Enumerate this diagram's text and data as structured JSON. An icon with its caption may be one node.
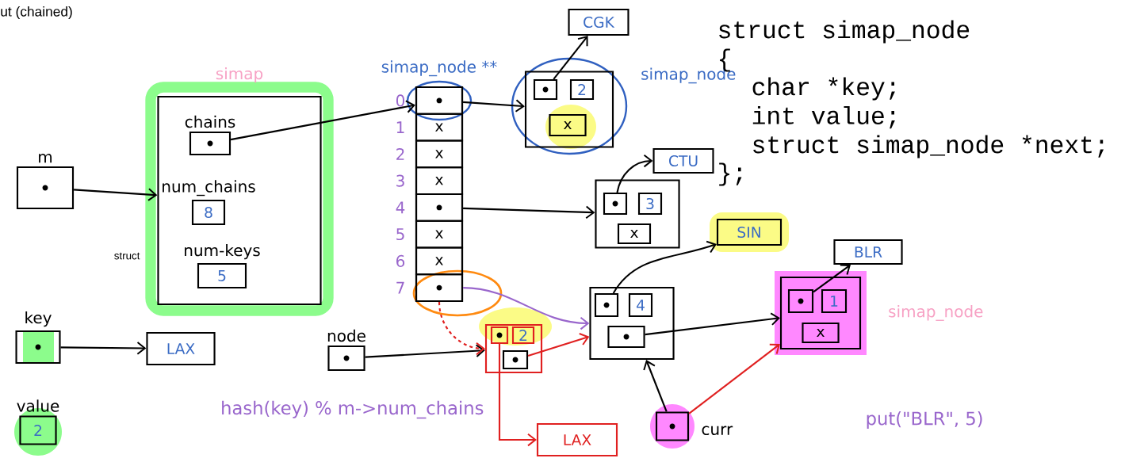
{
  "diagram": {
    "title": "ut (chained)",
    "nodes": [
      {
        "text": [
          "m"
        ]
      },
      {
        "text": [
          "simap"
        ]
      },
      {
        "text": [
          "chains"
        ],
        "in": 1
      },
      {
        "text": [
          "num_chains",
          "8"
        ],
        "in": 1
      },
      {
        "text": [
          "num-keys",
          "5"
        ],
        "in": 1
      },
      {
        "text": [
          "key"
        ]
      },
      {
        "text": [
          "LAX"
        ]
      },
      {
        "text": [
          "value",
          "2"
        ]
      },
      {
        "text": [
          "simap_node **"
        ]
      },
      {
        "text": [],
        "shape": "box",
        "in": 8
      },
      {
        "text": [
          "x"
        ],
        "in": 8
      },
      {
        "text": [
          "x"
        ],
        "in": 8
      },
      {
        "text": [
          "x"
        ],
        "in": 8
      },
      {
        "text": [],
        "shape": "box",
        "in": 8
      },
      {
        "text": [
          "x"
        ],
        "in": 8
      },
      {
        "text": [
          "x"
        ],
        "in": 8
      },
      {
        "text": [],
        "shape": "box",
        "in": 8
      },
      {
        "text": [
          "simap_node"
        ]
      },
      {
        "text": [],
        "shape": "box",
        "in": 17
      },
      {
        "text": [
          "2"
        ],
        "in": 17
      },
      {
        "text": [
          "x"
        ],
        "in": 17
      },
      {
        "text": [
          "CGK"
        ]
      },
      {
        "text": [],
        "shape": "box"
      },
      {
        "text": [],
        "shape": "box",
        "in": 22
      },
      {
        "text": [
          "3"
        ],
        "in": 22
      },
      {
        "text": [
          "x"
        ],
        "in": 22
      },
      {
        "text": [
          "CTU"
        ]
      },
      {
        "text": [
          "SIN"
        ]
      },
      {
        "text": [],
        "shape": "box"
      },
      {
        "text": [],
        "shape": "box",
        "in": 28
      },
      {
        "text": [
          "4"
        ],
        "in": 28
      },
      {
        "text": [],
        "shape": "box",
        "in": 28
      },
      {
        "text": [
          "simap_node"
        ]
      },
      {
        "text": [],
        "shape": "box",
        "in": 32
      },
      {
        "text": [
          "1"
        ],
        "in": 32
      },
      {
        "text": [
          "x"
        ],
        "in": 32
      },
      {
        "text": [
          "BLR"
        ]
      },
      {
        "text": [
          "node"
        ]
      },
      {
        "text": [],
        "shape": "box"
      },
      {
        "text": [],
        "shape": "box",
        "in": 38
      },
      {
        "text": [
          "2"
        ],
        "in": 38
      },
      {
        "text": [],
        "shape": "box",
        "in": 38
      },
      {
        "text": [
          "LAX"
        ]
      },
      {
        "text": [
          "curr"
        ]
      }
    ],
    "edges": [
      {
        "from": 0,
        "to": 1,
        "arrow": "to"
      },
      {
        "from": 2,
        "to": 9,
        "arrow": "to"
      },
      {
        "from": 9,
        "to": 17,
        "arrow": "to"
      },
      {
        "from": 18,
        "to": 21,
        "arrow": "to"
      },
      {
        "from": 13,
        "to": 22,
        "arrow": "to"
      },
      {
        "from": 23,
        "to": 26,
        "arrow": "to"
      },
      {
        "from": 16,
        "to": 28,
        "arrow": "to",
        "color": "#9966cc"
      },
      {
        "from": 29,
        "to": 27,
        "arrow": "to"
      },
      {
        "from": 31,
        "to": 32,
        "arrow": "to"
      },
      {
        "from": 33,
        "to": 36,
        "arrow": "to"
      },
      {
        "from": 5,
        "to": 6,
        "arrow": "to"
      },
      {
        "from": 37,
        "to": 38,
        "arrow": "to"
      },
      {
        "from": 39,
        "to": 42,
        "arrow": "to",
        "color": "#e02020"
      },
      {
        "from": 41,
        "to": 28,
        "arrow": "to",
        "color": "#e02020"
      },
      {
        "from": 16,
        "to": 38,
        "arrow": "to",
        "style": "dashed",
        "color": "#e02020"
      },
      {
        "from": 43,
        "to": 28,
        "arrow": "to"
      },
      {
        "from": 43,
        "to": 32,
        "arrow": "to",
        "color": "#e02020"
      }
    ],
    "labels": [
      "struct simap_node",
      "{",
      "char *key;",
      "int value;",
      "struct simap_node *next;",
      "};",
      "0",
      "1",
      "2",
      "3",
      "4",
      "5",
      "6",
      "7",
      "struct",
      "hash(key) % m->num_chains",
      "put(\"BLR\", 5)"
    ]
  }
}
